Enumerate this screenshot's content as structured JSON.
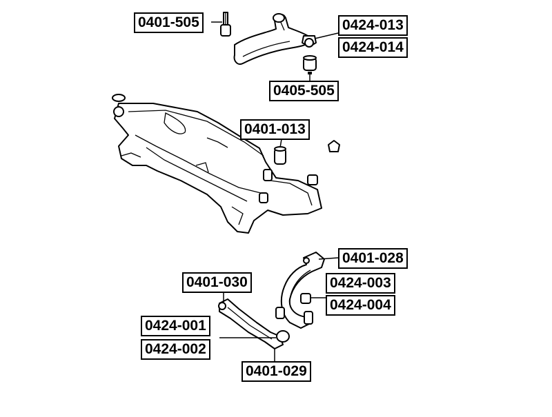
{
  "labels": {
    "p0401_505": "0401-505",
    "p0424_013": "0424-013",
    "p0424_014": "0424-014",
    "p0405_505": "0405-505",
    "p0401_013": "0401-013",
    "p0401_028": "0401-028",
    "p0424_003": "0424-003",
    "p0424_004": "0424-004",
    "p0401_030": "0401-030",
    "p0424_001": "0424-001",
    "p0424_002": "0424-002",
    "p0401_029": "0401-029"
  }
}
